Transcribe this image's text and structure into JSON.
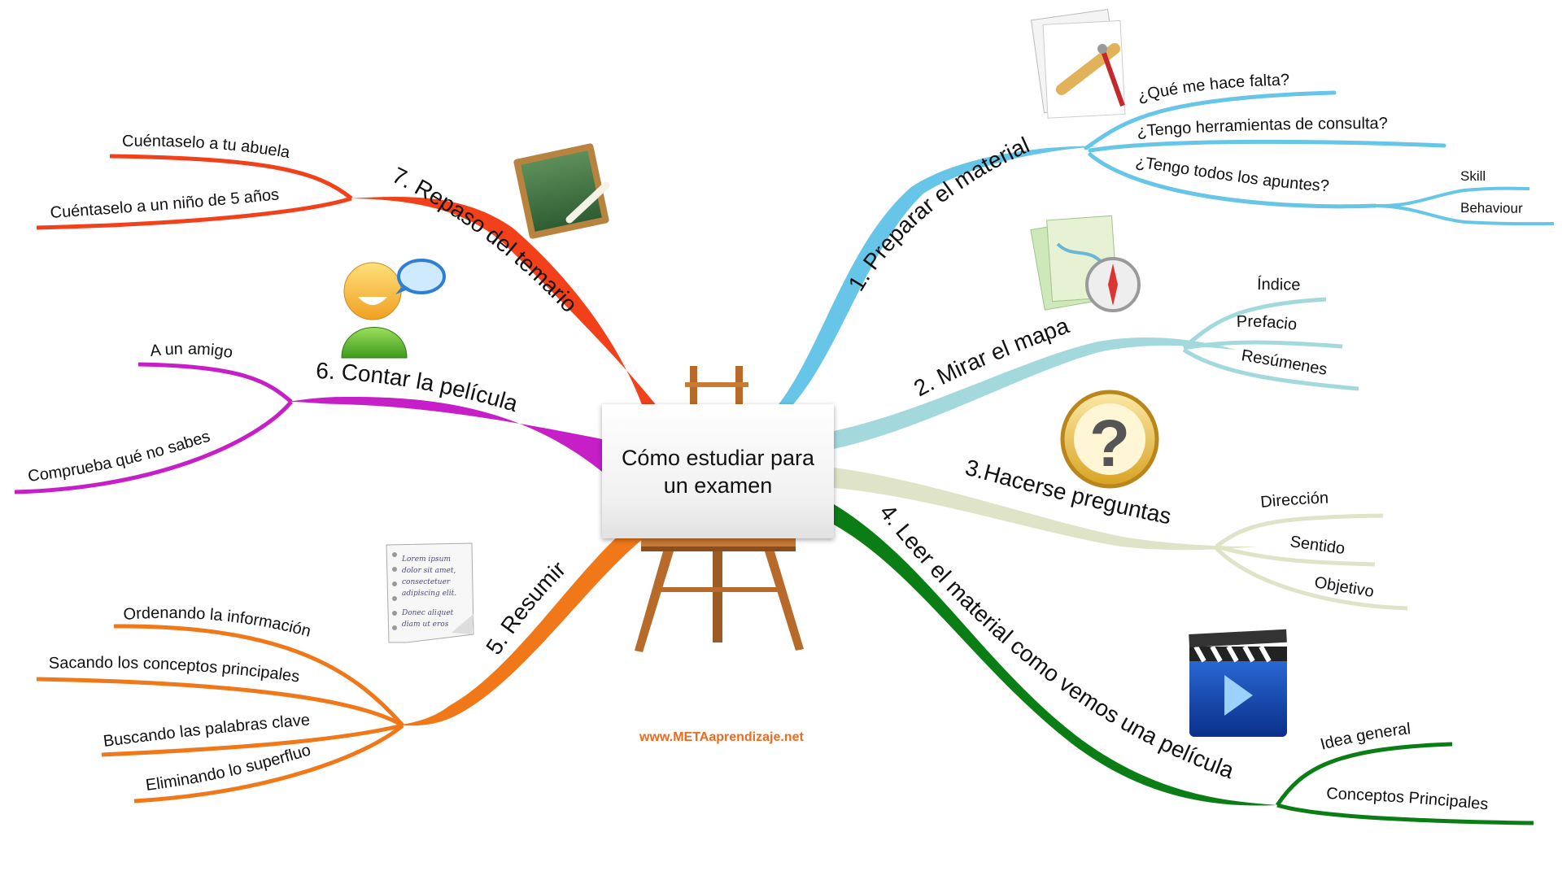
{
  "center": {
    "title": "Cómo estudiar para un examen"
  },
  "website": "www.METAaprendizaje.net",
  "colors": {
    "b1": "#67c5e8",
    "b2": "#a3d9dc",
    "b3": "#dfe3c8",
    "b4": "#0a7d14",
    "b5": "#f07818",
    "b6": "#c61fc8",
    "b7": "#f2411a"
  },
  "branches": [
    {
      "id": "b1",
      "label": "1. Preparar el material",
      "icon": "drafting-tools-icon",
      "children": [
        "¿Qué me hace falta?",
        "¿Tengo herramientas de consulta?",
        "¿Tengo todos los apuntes?"
      ],
      "grandchildren": [
        "Skill",
        "Behaviour"
      ]
    },
    {
      "id": "b2",
      "label": "2. Mirar el mapa",
      "icon": "map-compass-icon",
      "children": [
        "Índice",
        "Prefacio",
        "Resúmenes"
      ]
    },
    {
      "id": "b3",
      "label": "3.Hacerse preguntas",
      "icon": "question-mark-icon",
      "children": [
        "Dirección",
        "Sentido",
        "Objetivo"
      ]
    },
    {
      "id": "b4",
      "label": "4. Leer el material como vemos una película",
      "icon": "clapperboard-icon",
      "children": [
        "Idea general",
        "Conceptos Principales"
      ]
    },
    {
      "id": "b5",
      "label": "5. Resumir",
      "icon": "note-page-icon",
      "children": [
        "Ordenando la información",
        "Sacando los conceptos principales",
        "Buscando las palabras clave",
        "Eliminando lo superfluo"
      ],
      "note_lines": [
        "Lorem ipsum",
        "dolor sit amet,",
        "consectetuer",
        "adipiscing elit.",
        "Donec aliquet",
        "diam ut eros"
      ]
    },
    {
      "id": "b6",
      "label": "6. Contar la película",
      "icon": "talking-person-icon",
      "children": [
        "A un amigo",
        "Comprueba qué no sabes"
      ]
    },
    {
      "id": "b7",
      "label": "7. Repaso del temario",
      "icon": "chalkboard-icon",
      "children": [
        "Cuéntaselo a tu abuela",
        "Cuéntaselo a un niño de 5 años"
      ]
    }
  ]
}
